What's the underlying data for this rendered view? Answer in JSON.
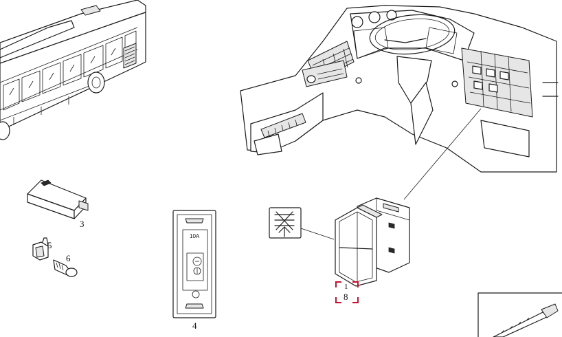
{
  "callouts": {
    "part_1": "1",
    "part_3": "3",
    "part_4": "4",
    "part_5": "5",
    "part_6": "6",
    "part_8": "8"
  },
  "fuse_rating": "10A",
  "colors": {
    "line": "#1a1a1a",
    "highlight": "#c8102e",
    "background": "#ffffff"
  }
}
